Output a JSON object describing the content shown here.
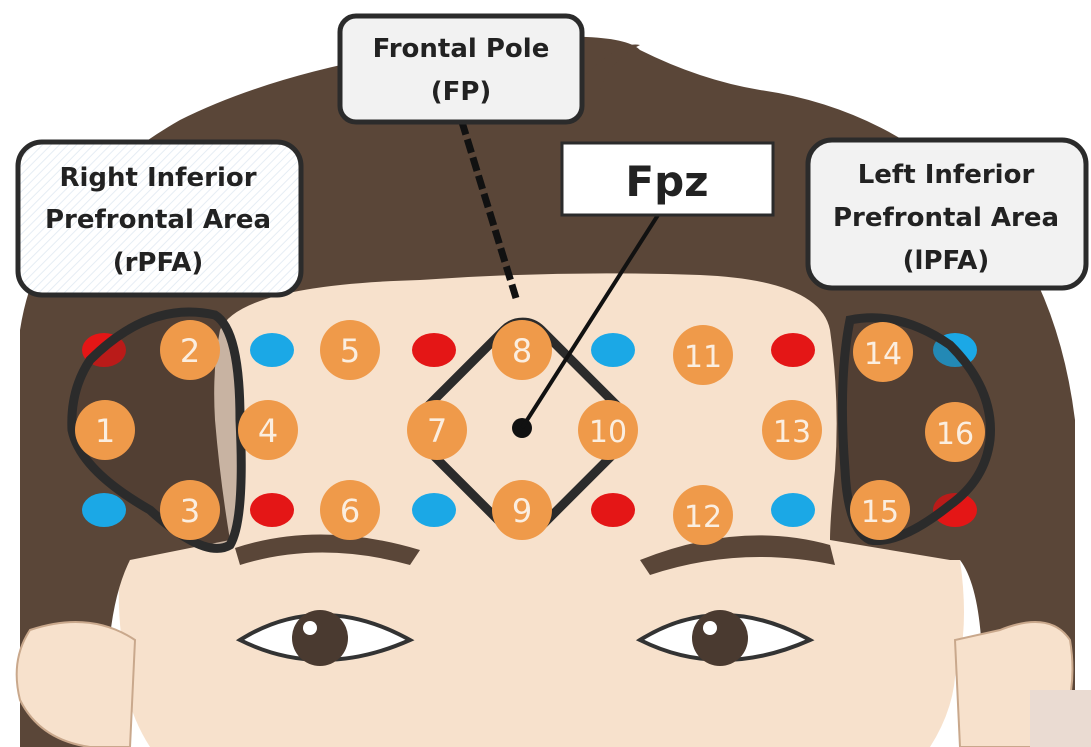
{
  "labels": {
    "frontal_pole": {
      "line1": "Frontal Pole",
      "line2": "(FP)"
    },
    "fpz": "Fpz",
    "right_area": {
      "line1": "Right Inferior",
      "line2": "Prefrontal Area",
      "line3": "(rPFA)"
    },
    "left_area": {
      "line1": "Left Inferior",
      "line2": "Prefrontal Area",
      "line3": "(lPFA)"
    }
  },
  "channels": [
    "1",
    "2",
    "3",
    "4",
    "5",
    "6",
    "7",
    "8",
    "9",
    "10",
    "11",
    "12",
    "13",
    "14",
    "15",
    "16"
  ],
  "colors": {
    "hair": "#5a4638",
    "skin": "#f7e1cc",
    "channel": "#ef9a4a",
    "source_red": "#e41616",
    "detector_blue": "#1ba8e6",
    "outline": "#2b2b2b"
  }
}
